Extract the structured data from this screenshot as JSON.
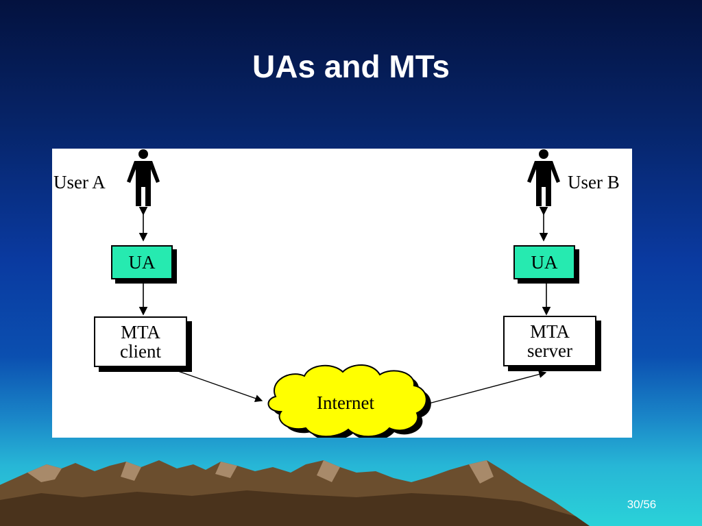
{
  "slide": {
    "title": "UAs and MTs",
    "page_number": "30/56"
  },
  "diagram": {
    "user_a_label": "User A",
    "user_b_label": "User B",
    "ua_left_label": "UA",
    "ua_right_label": "UA",
    "mta_client": [
      "MTA",
      "client"
    ],
    "mta_server": [
      "MTA",
      "server"
    ],
    "internet_label": "Internet"
  },
  "colors": {
    "ua_box": "#26eab0",
    "internet_cloud": "#ffff00",
    "title_text": "#ffffff"
  },
  "icons": [
    "person-icon",
    "internet-cloud-icon"
  ]
}
